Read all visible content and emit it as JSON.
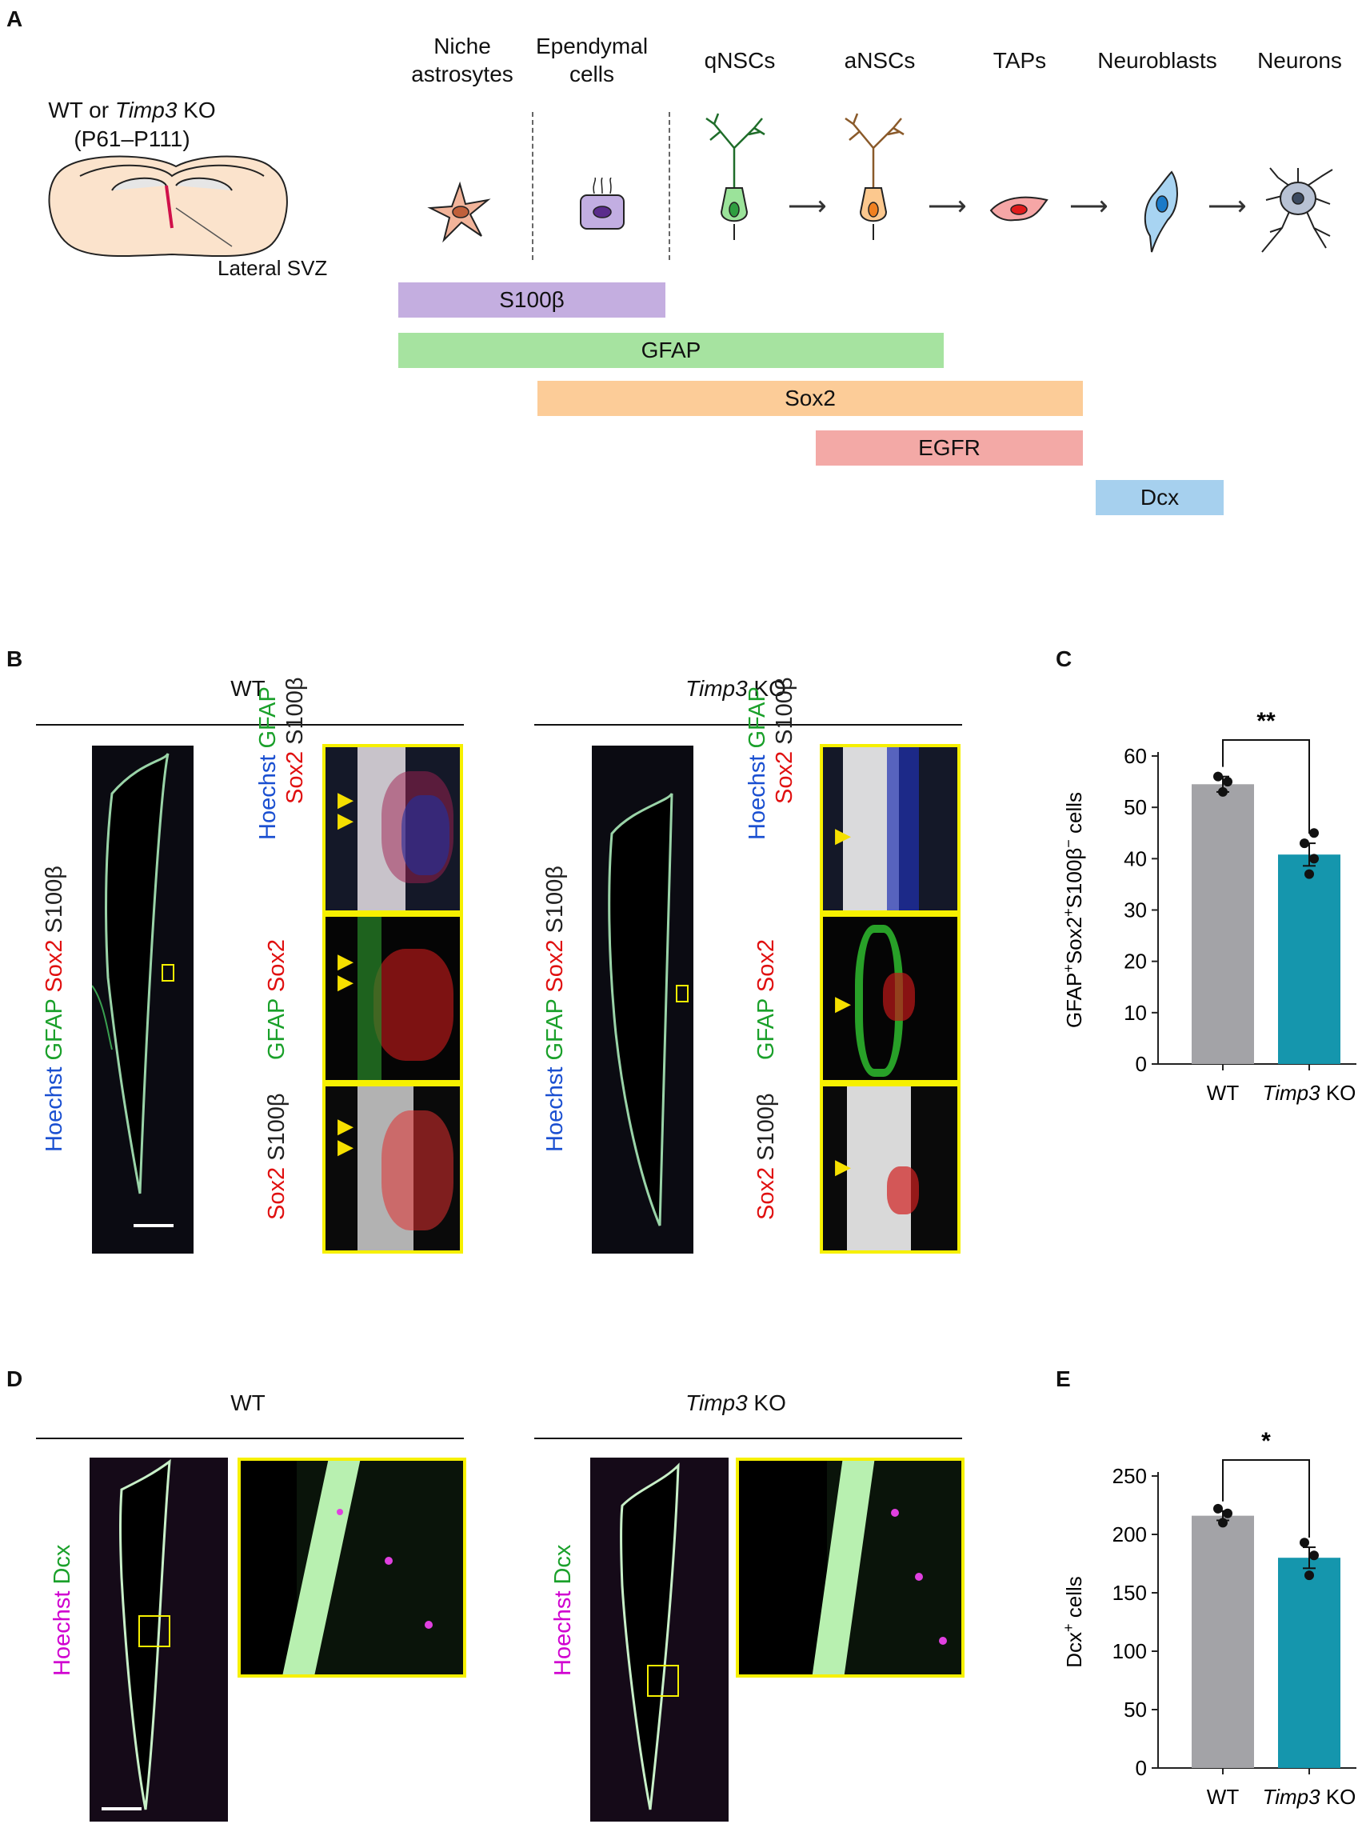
{
  "panelA": {
    "letter": "A",
    "strain_line1_pre": "WT or ",
    "strain_line1_italic": "Timp3",
    "strain_line1_post": " KO",
    "strain_line2": "(P61–P111)",
    "region_label": "Lateral SVZ",
    "cells": [
      {
        "label": "Niche\nastrosytes",
        "icon": "astrocyte-icon"
      },
      {
        "label": "Ependymal\ncells",
        "icon": "ependymal-cell-icon"
      },
      {
        "label": "qNSCs",
        "icon": "qnsc-icon"
      },
      {
        "label": "aNSCs",
        "icon": "ansc-icon"
      },
      {
        "label": "TAPs",
        "icon": "tap-icon"
      },
      {
        "label": "Neuroblasts",
        "icon": "neuroblast-icon"
      },
      {
        "label": "Neurons",
        "icon": "neuron-icon"
      }
    ],
    "markers": [
      {
        "label": "S100β",
        "color": "#c4aee0"
      },
      {
        "label": "GFAP",
        "color": "#a6e3a0"
      },
      {
        "label": "Sox2",
        "color": "#fccc98"
      },
      {
        "label": "EGFR",
        "color": "#f3a9a6"
      },
      {
        "label": "Dcx",
        "color": "#a6d0ee"
      }
    ]
  },
  "panelB": {
    "letter": "B",
    "wt_title": "WT",
    "ko_title_italic": "Timp3",
    "ko_title_post": " KO",
    "main_label": {
      "a": "Hoechst",
      "b": "GFAP",
      "c": "Sox2",
      "d": "S100β"
    },
    "inset_labels": [
      {
        "l1a": "Hoechst",
        "l1b": "GFAP",
        "l2a": "Sox2",
        "l2b": "S100β"
      },
      {
        "l1a": "GFAP",
        "l1b": "Sox2"
      },
      {
        "l1a": "Sox2",
        "l1b": "S100β"
      }
    ]
  },
  "panelC": {
    "letter": "C",
    "chart_data": {
      "type": "bar",
      "categories": [
        "WT",
        "Timp3 KO"
      ],
      "values": [
        54.5,
        40.8
      ],
      "errors": [
        1.5,
        2.2
      ],
      "points": [
        [
          53,
          55,
          56
        ],
        [
          37,
          40,
          43,
          45
        ]
      ],
      "ylabel": "GFAP+Sox2+S100β− cells",
      "ylim": [
        0,
        60
      ],
      "yticks": [
        0,
        10,
        20,
        30,
        40,
        50,
        60
      ],
      "significance": "**",
      "colors": [
        "#a3a3a7",
        "#1596ad"
      ]
    }
  },
  "panelD": {
    "letter": "D",
    "wt_title": "WT",
    "ko_title_italic": "Timp3",
    "ko_title_post": " KO",
    "label_a": "Hoechst",
    "label_b": "Dcx"
  },
  "panelE": {
    "letter": "E",
    "chart_data": {
      "type": "bar",
      "categories": [
        "WT",
        "Timp3 KO"
      ],
      "values": [
        216,
        180
      ],
      "errors": [
        4,
        9
      ],
      "points": [
        [
          210,
          218,
          222
        ],
        [
          165,
          182,
          193
        ]
      ],
      "ylabel": "Dcx+ cells",
      "ylim": [
        0,
        250
      ],
      "yticks": [
        0,
        50,
        100,
        150,
        200,
        250
      ],
      "significance": "*",
      "colors": [
        "#a3a3a7",
        "#1596ad"
      ]
    }
  }
}
